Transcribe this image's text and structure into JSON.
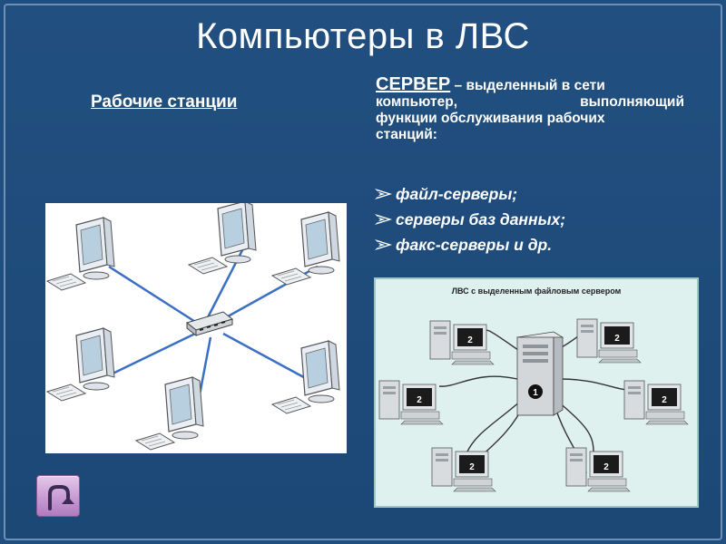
{
  "slide": {
    "title": "Компьютеры в ЛВС",
    "workstations_label": "Рабочие станции",
    "server_term": "СЕРВЕР",
    "server_def_rest": " – выделенный в сети",
    "server_def_line2_left": "компьютер,",
    "server_def_line2_right": "выполняющий",
    "server_def_line3": "функции обслуживания рабочих",
    "server_def_line4": "станций:",
    "bullets": [
      "файл-серверы;",
      "серверы баз данных;",
      "факс-серверы и др."
    ],
    "diagram_caption": "ЛВС с выделенным файловым сервером",
    "server_number": "1",
    "workstation_number": "2"
  },
  "colors": {
    "background": "#1f4f80",
    "link_line": "#3b6fc4",
    "nav_button": "#c79bd3",
    "diagram_bg": "#dff1ee"
  },
  "icons": {
    "nav": "return-arrow-icon",
    "bullet": "arrow-bullet-icon"
  }
}
